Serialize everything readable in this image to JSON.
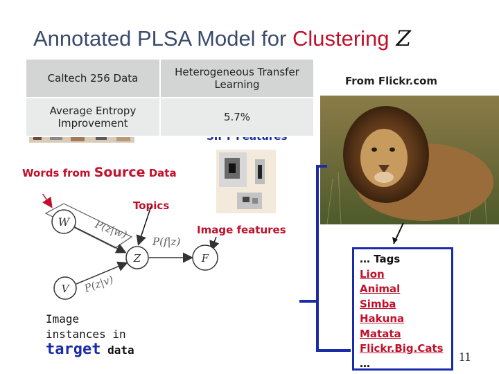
{
  "slide": {
    "title_part1": "Annotated PLSA Model for ",
    "title_accent": "Clustering",
    "title_symbol": "Z",
    "page_number": "11"
  },
  "stats_table": {
    "rows": [
      [
        "Caltech 256 Data",
        "Heterogeneous Transfer Learning"
      ],
      [
        "Average Entropy Improvement",
        "5.7%"
      ]
    ]
  },
  "source": {
    "label": "From Flickr.com"
  },
  "labels": {
    "sift": "SIFT Features",
    "words_prefix": "Words from ",
    "words_emph": "Source",
    "words_suffix": " Data",
    "topics": "Topics",
    "image_features": "Image features",
    "instances_line1": "Image",
    "instances_line2": "instances in",
    "instances_emph": "target",
    "instances_suffix": "data"
  },
  "diagram": {
    "node_w": "W",
    "node_z": "Z",
    "node_f": "F",
    "node_v": "V",
    "prob_zw": "P(z|w)",
    "prob_fz": "P(f|z)",
    "prob_zv": "P(z|v)"
  },
  "tags": {
    "title": "… Tags",
    "items": [
      "Lion",
      "Animal",
      "Simba",
      "Hakuna",
      "Matata",
      "Flickr.Big.Cats"
    ],
    "more": "…"
  },
  "colors": {
    "title": "#3a4a6b",
    "accent": "#c0102a",
    "blue": "#1a2aa8"
  }
}
